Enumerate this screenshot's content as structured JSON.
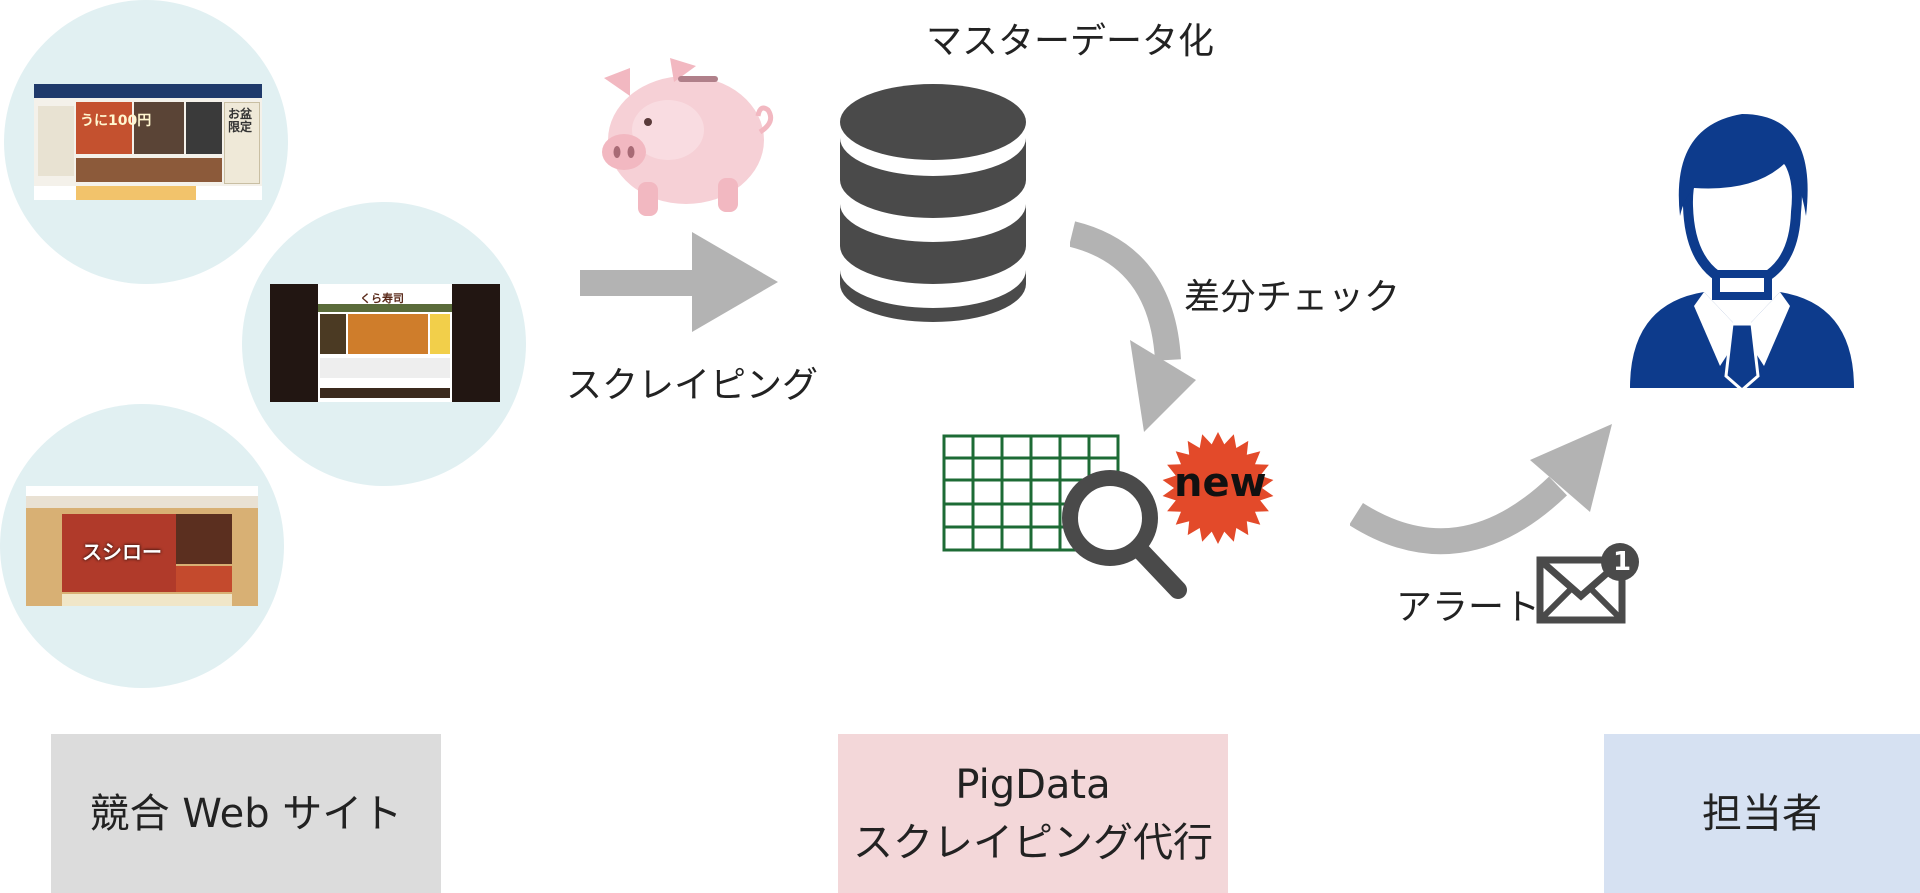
{
  "labels": {
    "master_data": "マスターデータ化",
    "scraping": "スクレイピング",
    "diff_check": "差分チェック",
    "alert": "アラート",
    "new_badge": "new"
  },
  "sites": [
    {
      "name": "site-1",
      "headline": "うに100円",
      "side_text": "お盆限定"
    },
    {
      "name": "site-2",
      "logo": "くら寿司"
    },
    {
      "name": "site-3",
      "logo": "スシロー"
    }
  ],
  "mail_badge_count": "1",
  "boxes": {
    "competitor": {
      "text": "競合 Web サイト"
    },
    "pigdata": {
      "line1": "PigData",
      "line2": "スクレイピング代行"
    },
    "person": {
      "text": "担当者"
    }
  },
  "colors": {
    "circle": "#e1f0f2",
    "arrow": "#b3b3b3",
    "database": "#4a4a4a",
    "pig": "#f6d0d6",
    "grid": "#1d6b35",
    "magnifier": "#4a4a4a",
    "burst": "#e34a2a",
    "person": "#0d3b8c",
    "box_competitor": "#dcdcdc",
    "box_pigdata": "#f3d7d9",
    "box_person": "#d6e1f2"
  }
}
